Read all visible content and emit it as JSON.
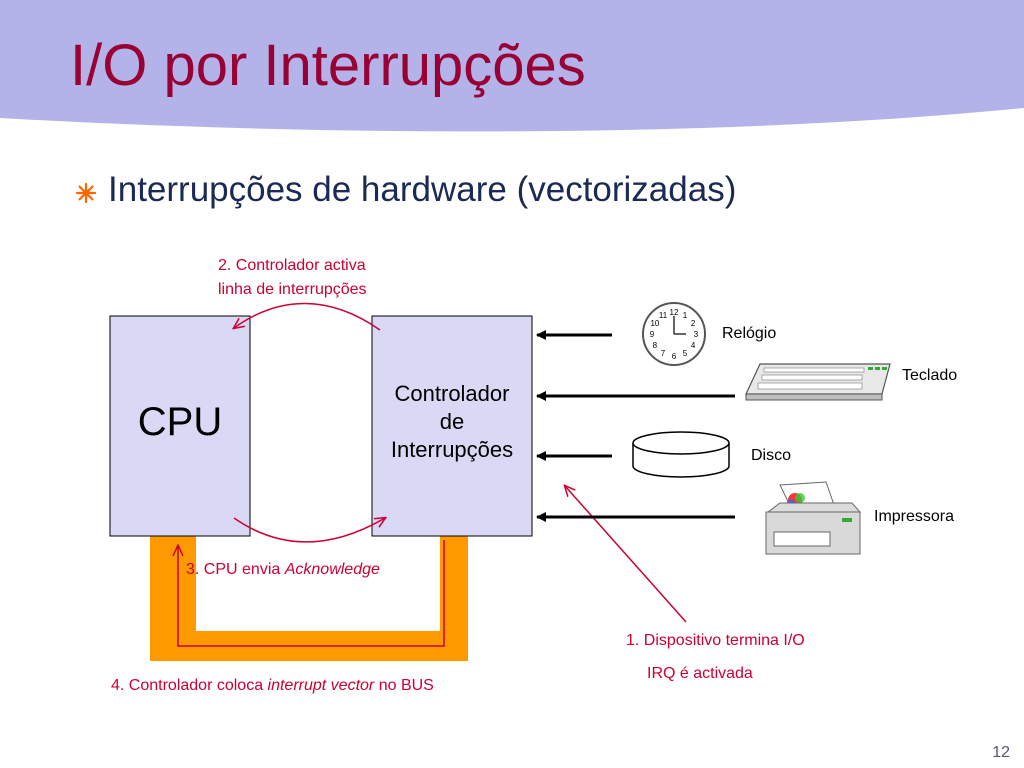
{
  "title": "I/O por Interrupções",
  "bullet": "Interrupções de hardware (vectorizadas)",
  "cpu_label": "CPU",
  "controller_lines": [
    "Controlador",
    "de",
    "Interrupções"
  ],
  "step2_lines": [
    "2. Controlador activa",
    "linha de interrupções"
  ],
  "step3_prefix": "3. CPU envia ",
  "step3_emph": "Acknowledge",
  "step4_prefix": "4. Controlador coloca ",
  "step4_emph": "interrupt vector",
  "step4_suffix": " no BUS",
  "step1_lines": [
    "1. Dispositivo termina I/O",
    "IRQ é activada"
  ],
  "devices": {
    "clock": "Relógio",
    "keyboard": "Teclado",
    "disk": "Disco",
    "printer": "Impressora"
  },
  "clock_numbers": [
    "12",
    "1",
    "2",
    "3",
    "4",
    "5",
    "6",
    "7",
    "8",
    "9",
    "10",
    "11"
  ],
  "page_number": "12",
  "colors": {
    "title": "#990033",
    "header": "#b3b3ea",
    "box_fill": "#d9d9f5",
    "bus": "#ff9900",
    "annotation": "#cc0033",
    "bullet_icon": "#ff6600"
  }
}
